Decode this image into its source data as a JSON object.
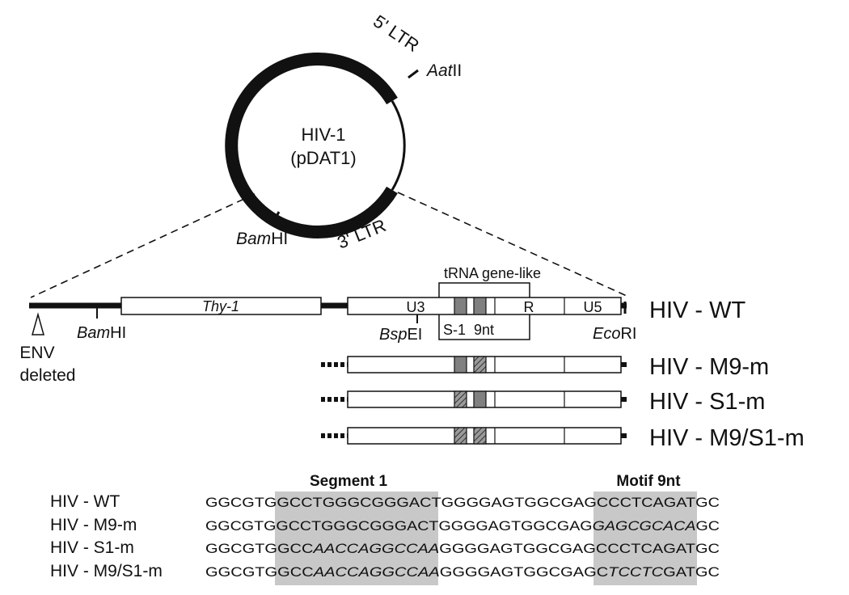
{
  "plasmid": {
    "name_line1": "HIV-1",
    "name_line2": "(pDAT1)",
    "ltr5_label": "5' LTR",
    "ltr3_label": "3' LTR",
    "aatII_label_italic": "Aat",
    "aatII_label_rest": "II",
    "bamHI_label_italic": "Bam",
    "bamHI_label_rest": "HI"
  },
  "map": {
    "env_label_line1": "ENV",
    "env_label_line2": "deleted",
    "bamHI_italic": "Bam",
    "bamHI_rest": "HI",
    "thy1_label": "Thy-1",
    "u3_label": "U3",
    "r_label": "R",
    "u5_label": "U5",
    "trna_label": "tRNA gene-like",
    "s1_9nt_label": "S-1  9nt",
    "bspEI_italic": "Bsp",
    "bspEI_rest": "EI",
    "ecoRI_italic": "Eco",
    "ecoRI_rest": "RI"
  },
  "constructs": [
    {
      "name": "HIV - WT",
      "seg1": "solid",
      "motif": "solid"
    },
    {
      "name": "HIV - M9-m",
      "seg1": "solid",
      "motif": "hatched"
    },
    {
      "name": "HIV - S1-m",
      "seg1": "hatched",
      "motif": "solid"
    },
    {
      "name": "HIV - M9/S1-m",
      "seg1": "hatched",
      "motif": "hatched"
    }
  ],
  "alignment": {
    "segment1_header": "Segment 1",
    "motif_header": "Motif 9nt",
    "rows": [
      {
        "name": "HIV - WT",
        "parts": [
          {
            "t": "GGCGTG",
            "i": false
          },
          {
            "t": "GCCTGGGCGGGACT",
            "i": false
          },
          {
            "t": "GGGGAGTGGCGAG",
            "i": false
          },
          {
            "t": "CCCTCAGAT",
            "i": false
          },
          {
            "t": "GC",
            "i": false
          }
        ]
      },
      {
        "name": "HIV - M9-m",
        "parts": [
          {
            "t": "GGCGTG",
            "i": false
          },
          {
            "t": "GCCTGGGCGGGACT",
            "i": false
          },
          {
            "t": "GGGGAGTGGCGAG",
            "i": false
          },
          {
            "t": "GAGCGCACA",
            "i": true
          },
          {
            "t": "GC",
            "i": false
          }
        ]
      },
      {
        "name": "HIV - S1-m",
        "parts": [
          {
            "t": "GGCGTG",
            "i": false
          },
          {
            "t": "GCC",
            "i": false
          },
          {
            "t": "AACCAGG",
            "i": true
          },
          {
            "t": "CCAA",
            "i": true
          },
          {
            "t": "GGGGAGTGGCGAG",
            "i": false
          },
          {
            "t": "CCCTCAGAT",
            "i": false
          },
          {
            "t": "GC",
            "i": false
          }
        ]
      },
      {
        "name": "HIV - M9/S1-m",
        "parts": [
          {
            "t": "GGCGTG",
            "i": false
          },
          {
            "t": "GCC",
            "i": false
          },
          {
            "t": "AACCAGG",
            "i": true
          },
          {
            "t": "CCAA",
            "i": true
          },
          {
            "t": "GGGGAGTGGCGAG",
            "i": false
          },
          {
            "t": "C",
            "i": false
          },
          {
            "t": "TCCTC",
            "i": true
          },
          {
            "t": "GAT",
            "i": false
          },
          {
            "t": "GC",
            "i": false
          }
        ]
      }
    ]
  },
  "colors": {
    "ink": "#111111",
    "segment_fill": "#808080",
    "highlight": "#c8c8c8",
    "seq_text": "#555555"
  }
}
